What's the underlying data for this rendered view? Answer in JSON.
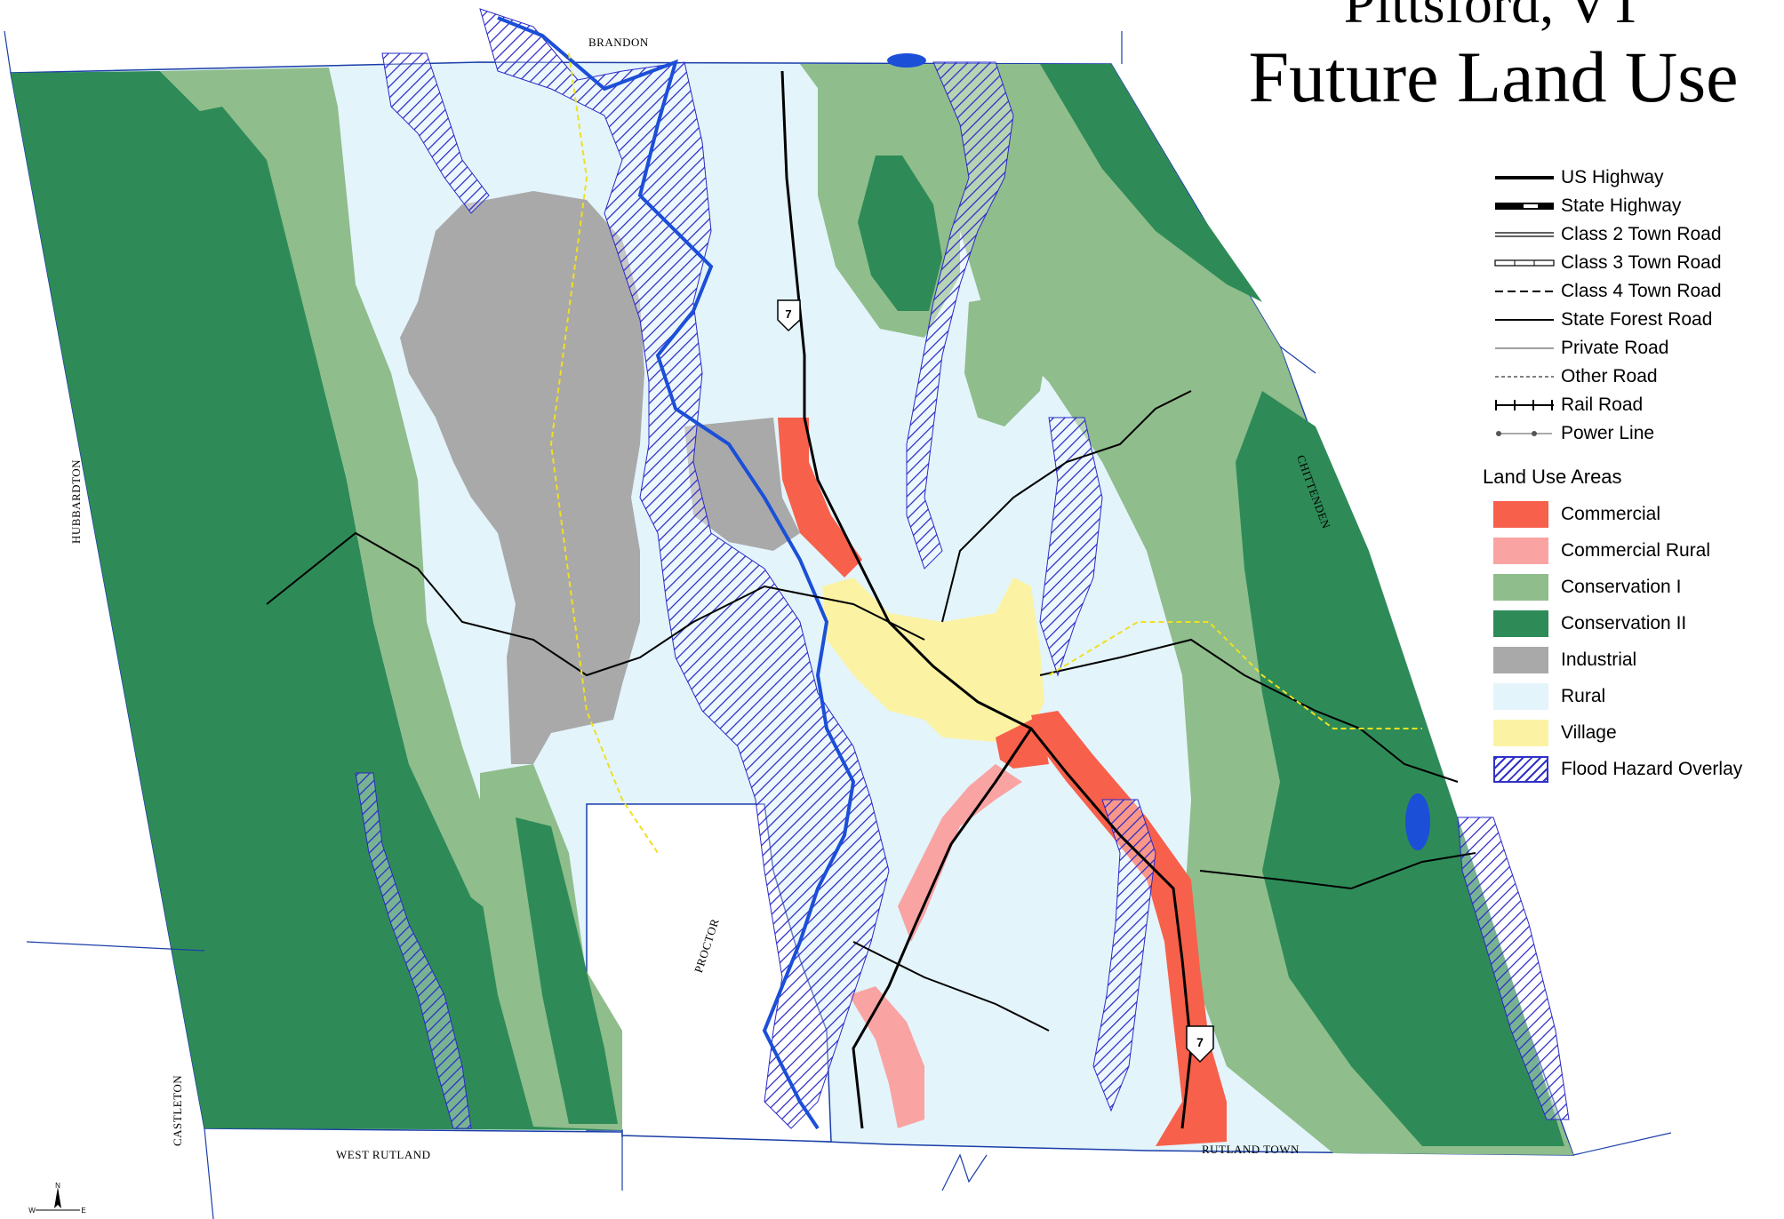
{
  "title": {
    "line1": "Pittsford, VT",
    "line2": "Future Land Use"
  },
  "legend": {
    "roads": [
      {
        "label": "US Highway",
        "icon": "us-highway-line"
      },
      {
        "label": "State Highway",
        "icon": "state-highway-line"
      },
      {
        "label": "Class 2 Town Road",
        "icon": "class2-road-line"
      },
      {
        "label": "Class 3 Town Road",
        "icon": "class3-road-line"
      },
      {
        "label": "Class 4 Town Road",
        "icon": "class4-road-line"
      },
      {
        "label": "State Forest Road",
        "icon": "state-forest-road-line"
      },
      {
        "label": "Private Road",
        "icon": "private-road-line"
      },
      {
        "label": "Other Road",
        "icon": "other-road-line"
      },
      {
        "label": "Rail Road",
        "icon": "rail-road-line"
      },
      {
        "label": "Power Line",
        "icon": "power-line"
      }
    ],
    "areas_title": "Land Use Areas",
    "areas": [
      {
        "label": "Commercial",
        "color": "#f7604a"
      },
      {
        "label": "Commercial Rural",
        "color": "#f9a3a3"
      },
      {
        "label": "Conservation I",
        "color": "#8fbd8c"
      },
      {
        "label": "Conservation II",
        "color": "#2e8b57"
      },
      {
        "label": "Industrial",
        "color": "#a9a9a9"
      },
      {
        "label": "Rural",
        "color": "#e3f4fb"
      },
      {
        "label": "Village",
        "color": "#fbf3a3"
      },
      {
        "label": "Flood Hazard Overlay",
        "color": "#3030c8"
      }
    ]
  },
  "towns": {
    "north": "BRANDON",
    "east": "CHITTENDEN",
    "west": "HUBBARDTON",
    "southwest": "CASTLETON",
    "south_west": "WEST RUTLAND",
    "south_east": "RUTLAND TOWN",
    "center": "PROCTOR"
  },
  "route_shields": [
    "7",
    "7"
  ],
  "compass_letters": [
    "N",
    "W",
    "E"
  ]
}
